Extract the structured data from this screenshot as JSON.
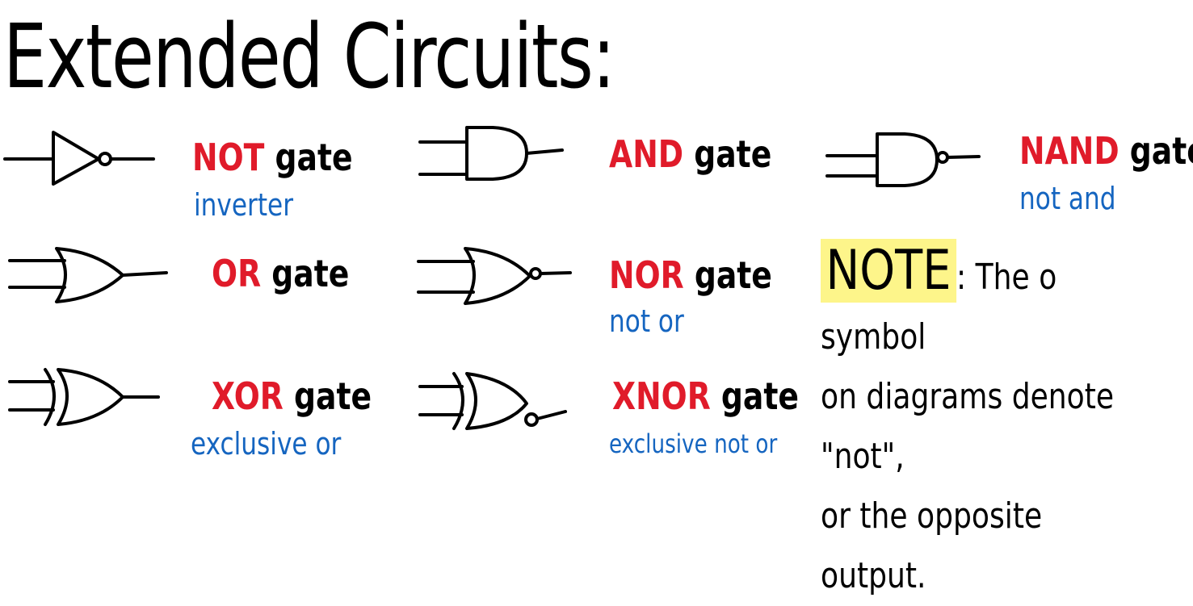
{
  "title": "Extended Circuits:",
  "gates": {
    "not": {
      "name": "NOT",
      "suffix": "gate",
      "description": "inverter"
    },
    "and": {
      "name": "AND",
      "suffix": "gate"
    },
    "nand": {
      "name": "NAND",
      "suffix": "gate",
      "description": "not and"
    },
    "or": {
      "name": "OR",
      "suffix": "gate"
    },
    "nor": {
      "name": "NOR",
      "suffix": "gate",
      "description": "not or"
    },
    "xor": {
      "name": "XOR",
      "suffix": "gate",
      "description": "exclusive or"
    },
    "xnor": {
      "name": "XNOR",
      "suffix": "gate",
      "description": "exclusive not or"
    }
  },
  "note": {
    "keyword": "NOTE",
    "line1": ": The  o  symbol",
    "line2": "on diagrams denote \"not\",",
    "line3": "or the opposite output."
  },
  "colors": {
    "gate_name": "#e01b2a",
    "description": "#1565c0",
    "highlight": "#fdf58a"
  }
}
